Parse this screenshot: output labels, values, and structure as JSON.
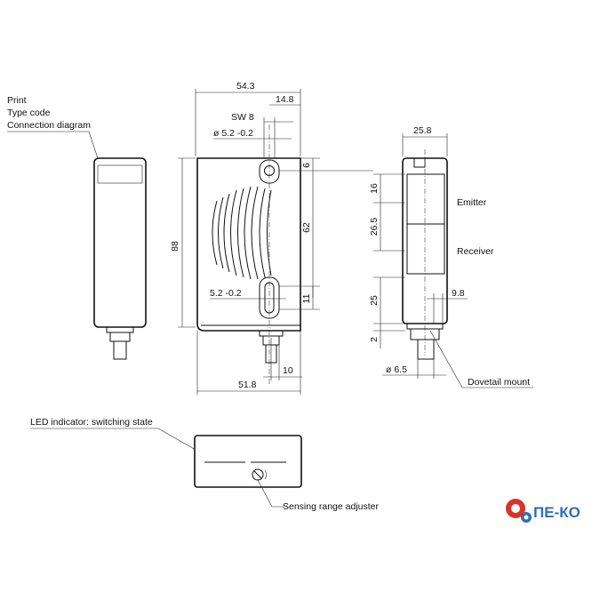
{
  "labels": {
    "print": "Print",
    "type_code": "Type code",
    "connection_diagram": "Connection diagram",
    "emitter": "Emitter",
    "receiver": "Receiver",
    "dovetail_mount": "Dovetail mount",
    "led_indicator": "LED indicator: switching state",
    "sensing_range_adjuster": "Sensing range adjuster"
  },
  "dimensions": {
    "width_top": "54.3",
    "offset_14_8": "14.8",
    "sw": "SW 8",
    "hole_top": "ø 5.2 -0.2",
    "hole_bottom": "5.2 -0.2",
    "height_88": "88",
    "dim_6": "6",
    "dim_62": "62",
    "dim_11": "11",
    "dim_10": "10",
    "width_bottom": "51.8",
    "side_width": "25.8",
    "dim_16": "16",
    "dim_26_5": "26.5",
    "dim_25": "25",
    "dim_9_8": "9.8",
    "dim_2": "2",
    "connector_dia": "ø 6.5"
  },
  "logo": {
    "text": "ПЕ-КО",
    "gear_color": "#d9342b",
    "gear_color_2": "#2f6fb5",
    "text_color": "#2f6fb5"
  }
}
